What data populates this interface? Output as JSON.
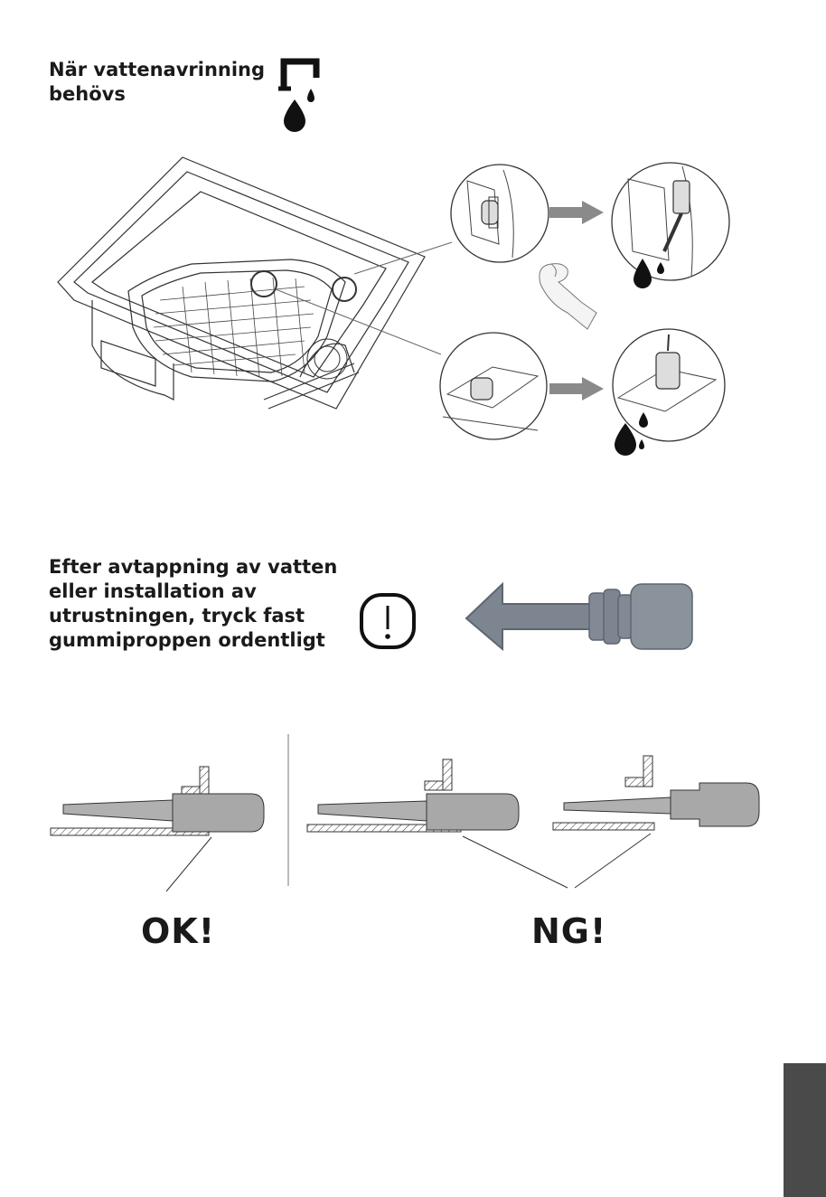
{
  "drain_section": {
    "heading_line1": "När vattenavrinning",
    "heading_line2": "behövs",
    "icon": "drain-pipe-with-water-drops-icon"
  },
  "plug_section": {
    "heading_lines": [
      "Efter avtappning av vatten",
      "eller installation av",
      "utrustningen, tryck fast",
      "gummiproppen ordentligt"
    ],
    "icon": "exclamation-warning-icon"
  },
  "result_labels": {
    "ok": "OK!",
    "ng": "NG!"
  },
  "colors": {
    "text": "#1a1a1a",
    "plug_gray": "#7d8590",
    "arrow_gray": "#8a8a8a",
    "side_tab": "#4a4a4a"
  }
}
